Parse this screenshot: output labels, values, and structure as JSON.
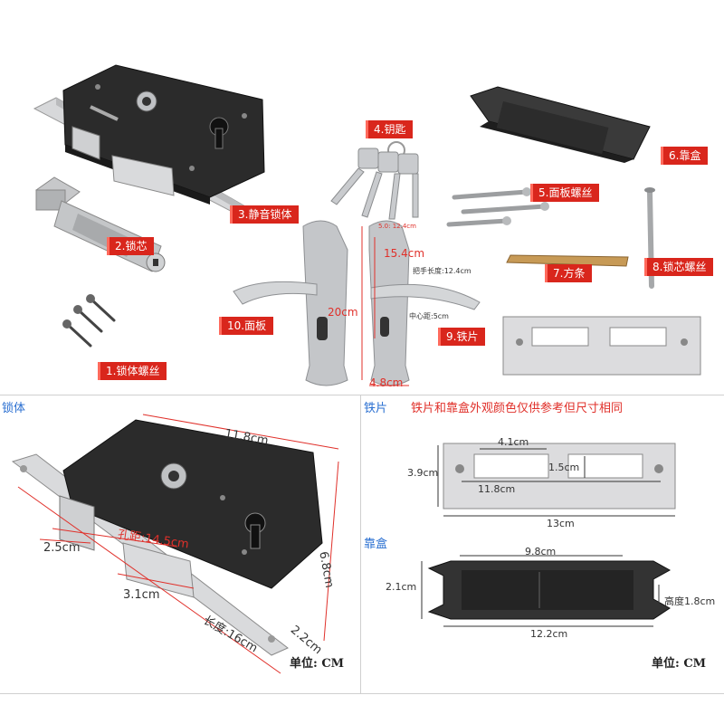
{
  "parts": {
    "lock_screw": "1.锁体螺丝",
    "cylinder": "2.锁芯",
    "silent_body": "3.静音锁体",
    "key": "4.钥匙",
    "panel_screw": "5.面板螺丝",
    "box": "6.靠盒",
    "square_bar": "7.方条",
    "core_screw": "8.锁芯螺丝",
    "strike": "9.铁片",
    "panel": "10.面板"
  },
  "panel_dims": {
    "total_h": "20cm",
    "handle_pos": "15.4cm",
    "handle_len": "把手长度:12.4cm",
    "center": "中心距:5cm",
    "width": "4.8cm",
    "small": "5.0: 12.4cm"
  },
  "sections": {
    "lock_body": "锁体",
    "strike": "铁片",
    "box": "靠盒"
  },
  "note": "铁片和靠盒外观颜色仅供参考但尺寸相同",
  "lock_dims": {
    "width": "11.8cm",
    "hole": "孔距:14.5cm",
    "d25": "2.5cm",
    "d31": "3.1cm",
    "height": "6.8cm",
    "length": "长度:16cm",
    "d22": "2.2cm"
  },
  "strike_dims": {
    "w41": "4.1cm",
    "h15": "1.5cm",
    "h39": "3.9cm",
    "w118": "11.8cm",
    "w13": "13cm"
  },
  "box_dims": {
    "w98": "9.8cm",
    "h21": "2.1cm",
    "depth": "高度1.8cm",
    "w122": "12.2cm"
  },
  "unit_label": "单位: CM",
  "colors": {
    "label_red": "#d9261c",
    "section_blue": "#2a6fd1",
    "dimension_red": "#e0302a",
    "steel": "#c9cbce",
    "black_plate": "#2b2b2b"
  }
}
